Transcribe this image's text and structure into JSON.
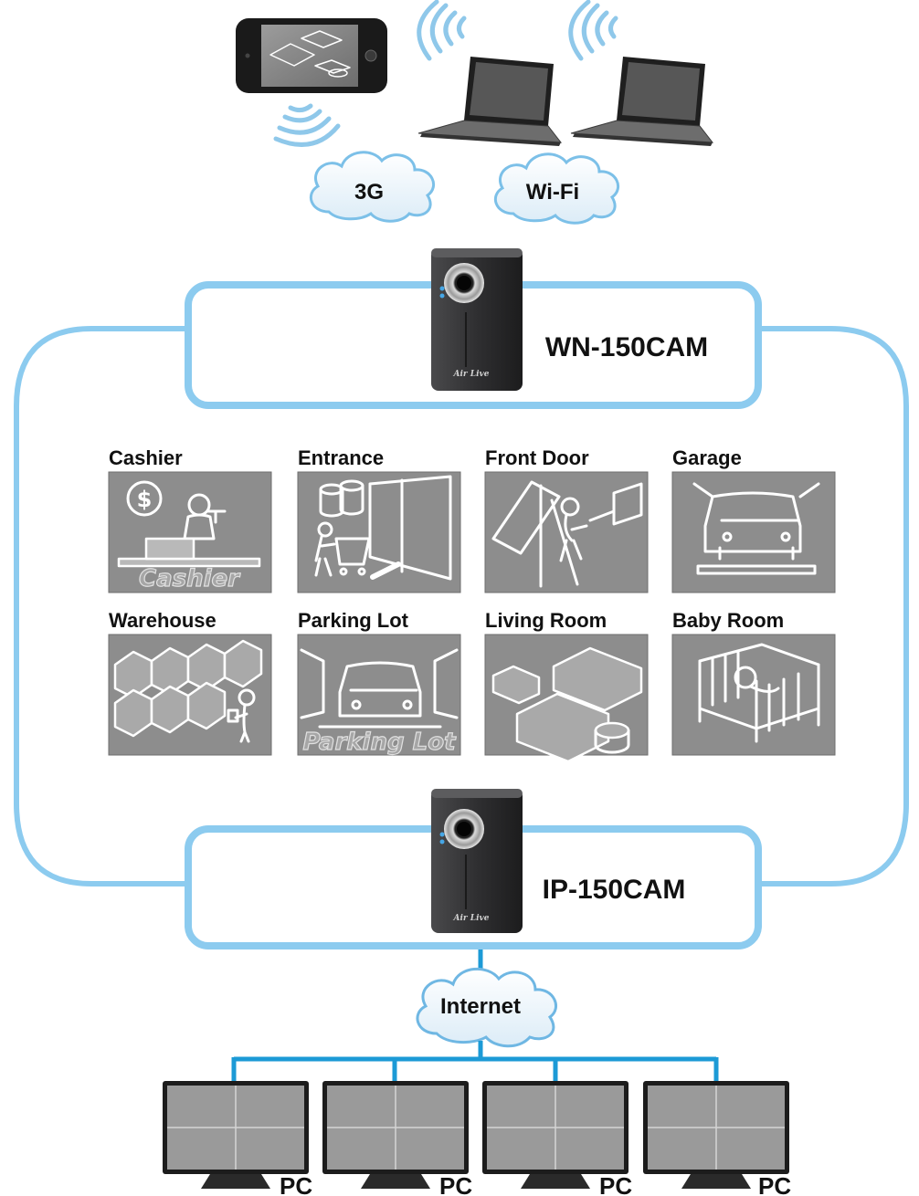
{
  "clouds": {
    "mobile": "3G",
    "wireless": "Wi-Fi",
    "internet": "Internet"
  },
  "cameras": {
    "wireless": "WN-150CAM",
    "wired": "IP-150CAM",
    "brand": "Air Live"
  },
  "scenes": [
    {
      "label": "Cashier",
      "panel_text": "Cashier"
    },
    {
      "label": "Entrance"
    },
    {
      "label": "Front Door"
    },
    {
      "label": "Garage"
    },
    {
      "label": "Warehouse"
    },
    {
      "label": "Parking Lot",
      "panel_text": "Parking Lot"
    },
    {
      "label": "Living Room"
    },
    {
      "label": "Baby Room"
    }
  ],
  "pcs": [
    "PC",
    "PC",
    "PC",
    "PC"
  ],
  "colors": {
    "loop": "#8ccbef",
    "network_lines": "#1c9ad6",
    "cloud_stroke": "#6fb7e3",
    "device_dark": "#2e2e30"
  },
  "icons": [
    "smartphone-icon",
    "laptop-icon",
    "wifi-signal-icon",
    "ip-camera-icon",
    "monitor-icon"
  ]
}
